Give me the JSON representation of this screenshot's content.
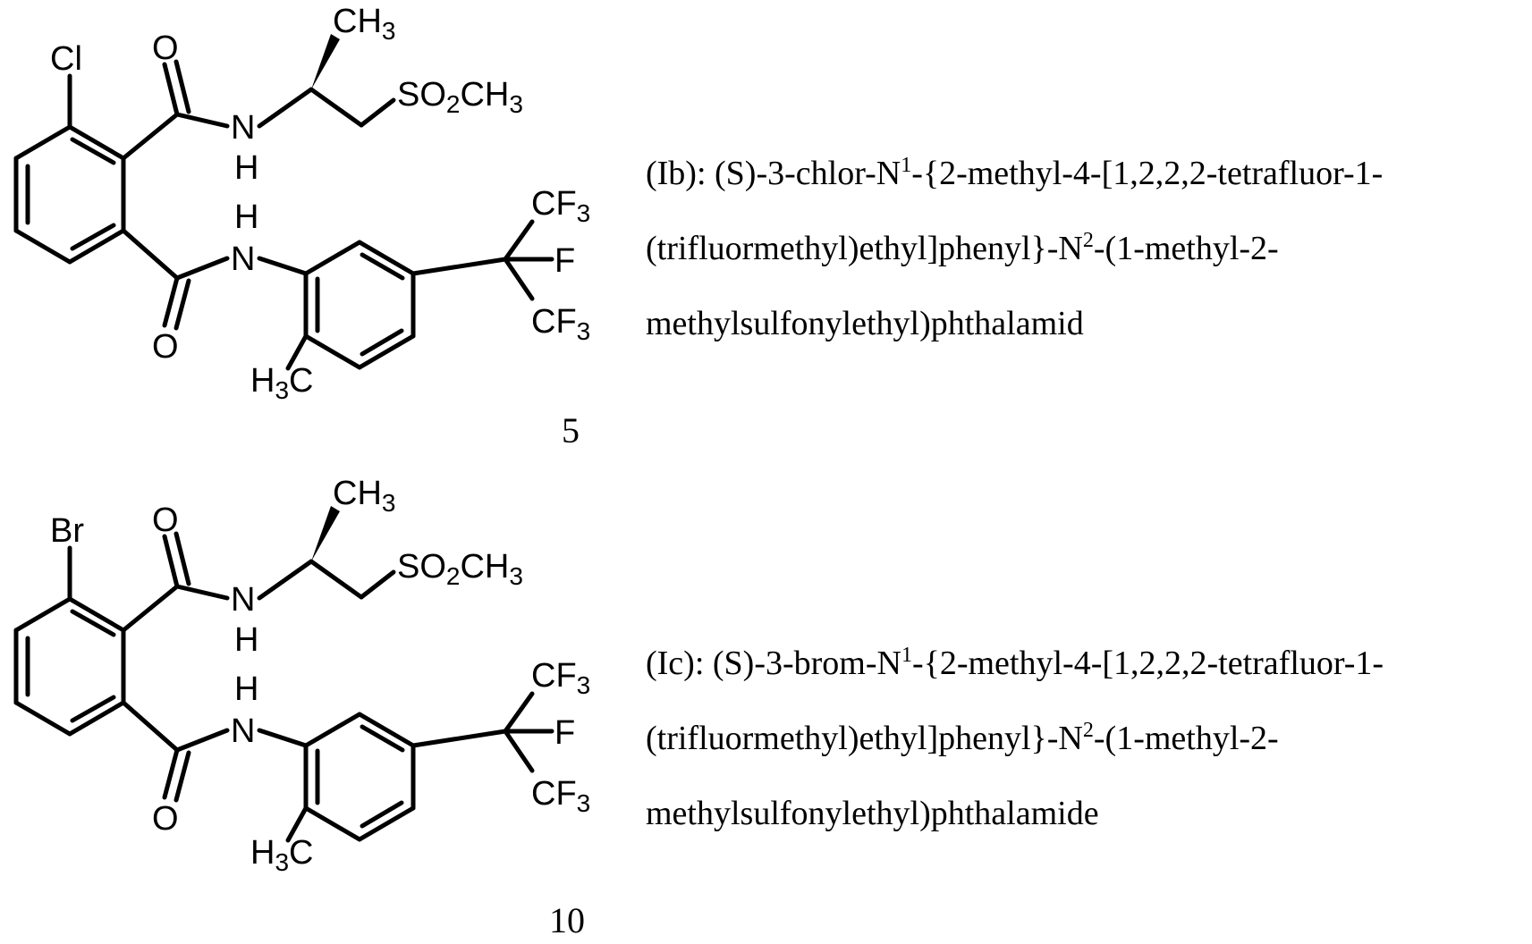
{
  "compounds": [
    {
      "halogen": "Cl",
      "atoms": {
        "methyl_top": "CH",
        "methyl_top_sub": "3",
        "sulfonyl_a": "SO",
        "sulfonyl_sub1": "2",
        "sulfonyl_b": "CH",
        "sulfonyl_sub2": "3",
        "oxygen": "O",
        "nitrogen": "N",
        "hydrogen": "H",
        "cf3_a": "CF",
        "cf3_sub": "3",
        "fluorine": "F",
        "h3c_a": "H",
        "h3c_sub": "3",
        "h3c_b": "C"
      },
      "line_number": "5",
      "name": {
        "line1_a": "(Ib): (S)-3-chlor-N",
        "line1_sup": "1",
        "line1_b": "-{2-methyl-4-[1,2,2,2-tetrafluor-1-",
        "line2_a": "(trifluormethyl)ethyl]phenyl}-N",
        "line2_sup": "2",
        "line2_b": "-(1-methyl-2-",
        "line3": "methylsulfonylethyl)phthalamid"
      }
    },
    {
      "halogen": "Br",
      "atoms": {
        "methyl_top": "CH",
        "methyl_top_sub": "3",
        "sulfonyl_a": "SO",
        "sulfonyl_sub1": "2",
        "sulfonyl_b": "CH",
        "sulfonyl_sub2": "3",
        "oxygen": "O",
        "nitrogen": "N",
        "hydrogen": "H",
        "cf3_a": "CF",
        "cf3_sub": "3",
        "fluorine": "F",
        "h3c_a": "H",
        "h3c_sub": "3",
        "h3c_b": "C"
      },
      "line_number": "10",
      "name": {
        "line1_a": "(Ic): (S)-3-brom-N",
        "line1_sup": "1",
        "line1_b": "-{2-methyl-4-[1,2,2,2-tetrafluor-1-",
        "line2_a": "(trifluormethyl)ethyl]phenyl}-N",
        "line2_sup": "2",
        "line2_b": "-(1-methyl-2-",
        "line3": "methylsulfonylethyl)phthalamide"
      }
    }
  ]
}
